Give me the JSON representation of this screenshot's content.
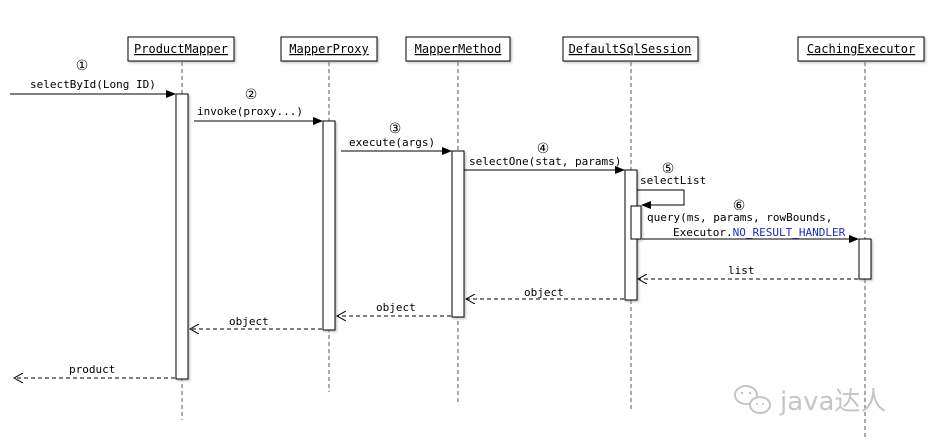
{
  "participants": [
    {
      "name": "ProductMapper"
    },
    {
      "name": "MapperProxy"
    },
    {
      "name": "MapperMethod"
    },
    {
      "name": "DefaultSqlSession"
    },
    {
      "name": "CachingExecutor"
    }
  ],
  "steps": [
    {
      "num": "①",
      "label": "selectById(Long ID)"
    },
    {
      "num": "②",
      "label": "invoke(proxy...)"
    },
    {
      "num": "③",
      "label": "execute(args)"
    },
    {
      "num": "④",
      "label": "selectOne(stat, params)"
    },
    {
      "num": "⑤",
      "label": "selectList"
    },
    {
      "num": "⑥",
      "label_line1": "query(ms, params, rowBounds,",
      "label_line2_prefix": "Executor.",
      "label_line2_const": "NO_RESULT_HANDLER"
    }
  ],
  "returns": [
    {
      "label": "list"
    },
    {
      "label": "object"
    },
    {
      "label": "object"
    },
    {
      "label": "object"
    },
    {
      "label": "product"
    }
  ],
  "watermark": {
    "text": "java达人"
  },
  "colors": {
    "line": "#000000",
    "constant": "#1a2fbf",
    "watermark": "#bfbfbf",
    "lifeline": "#555555"
  }
}
